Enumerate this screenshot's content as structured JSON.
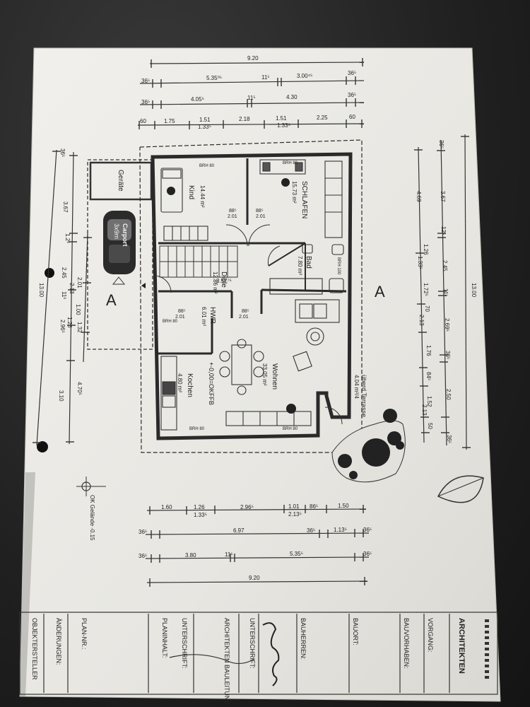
{
  "colors": {
    "paper": "#ecebe6",
    "ink": "#232323",
    "table": "#2d2d2d",
    "background": "#1c1c1c"
  },
  "icons": [
    "north-arrow-icon",
    "hole-punch-icon"
  ],
  "rooms": {
    "kind": {
      "name": "Kind",
      "area": "14.44 m²"
    },
    "schlafen": {
      "name": "SCHLAFEN",
      "area": "15.73 m²"
    },
    "bad": {
      "name": "Bad",
      "area": "7.80 m²"
    },
    "diele": {
      "name": "Diele",
      "area": "12.86 m²"
    },
    "hwr": {
      "name": "HWR",
      "area": "6.01 m²"
    },
    "wohnen": {
      "name": "Wohnen",
      "area": "33.05 m²"
    },
    "kochen": {
      "name": "Kochen",
      "area": "4.80 m²"
    },
    "terrasse": {
      "name": "überd.Terrasse",
      "area": "4.04 m²/4"
    },
    "carport": {
      "name": "Carport",
      "size": "3x9m"
    },
    "geraete": {
      "name": "Geräte"
    }
  },
  "labels": {
    "okffb": "+-0,00=OKFFB",
    "ok_gelaende": "OK Gelände -0.15",
    "section_mark": "A",
    "brh80": "BRH 80",
    "brh100": "BRH 100",
    "door_88": "88⁵",
    "door_height": "2.01",
    "stair": "3.57⁷⁵"
  },
  "top_dims": {
    "row1": [
      "9.20"
    ],
    "row2": [
      "36⁵",
      "5.35⁰⁵",
      "11⁵",
      "3.00⁴⁵",
      "36⁵"
    ],
    "row3": [
      "36⁵",
      "4.05⁵",
      "11⁵",
      "4.30",
      "36⁵"
    ],
    "row4": [
      "60",
      "1.75",
      "1.51",
      "2.18",
      "1.51",
      "2.25",
      "60"
    ],
    "row4_sub": [
      "1.33⁵",
      "1.33⁵"
    ]
  },
  "bottom_dims": {
    "row1": [
      "1.60",
      "1.26",
      "2.96⁵",
      "1.01",
      "86⁵",
      "1.50"
    ],
    "row1_sub": [
      "1.33⁵",
      "2.13⁵"
    ],
    "row2": [
      "36⁵",
      "6.97",
      "36⁵",
      "1.13⁵",
      "36⁵"
    ],
    "row3": [
      "36⁵",
      "3.80",
      "11⁵",
      "5.35⁵",
      "36⁵"
    ],
    "row4": [
      "9.20"
    ]
  },
  "right_dims": {
    "outer": "13.00",
    "col2": [
      "36⁵",
      "3.67",
      "12⁵",
      "2.45",
      "11⁵",
      "2.69⁵",
      "36⁵",
      "2.50",
      "36⁵"
    ],
    "col1": [
      "4.69",
      "1.26",
      "1.33⁵",
      "1.72⁵",
      "70",
      "2.13",
      "1.76",
      "84⁵",
      "1.52",
      "2.13",
      "50"
    ]
  },
  "left_dims": {
    "outer": "13.00",
    "col": [
      "36⁵",
      "3.67",
      "1.2⁵",
      "2.45",
      "11⁵",
      "2.96⁵",
      "3.10",
      "4.70⁵"
    ],
    "col_b": [
      "2.01",
      "2.13",
      "1.00",
      "1.26",
      "1.32"
    ]
  },
  "title_block": {
    "firm": "ARCHITEKTEN",
    "vorgang": "VORGANG:",
    "bauvorhaben": "BAUVORHABEN:",
    "bauort": "BAUORT:",
    "bauherren": "BAUHERREN:",
    "unterschrift": "UNTERSCHRIFT:",
    "architekten_bauleitung": "ARCHITEKTEN BAULEITUNG",
    "unterschrift2": "UNTERSCHRIFT:",
    "planinhalt": "PLANINHALT:",
    "plan_nr": "PLAN-NR.:",
    "aenderungen": "ÄNDERUNGEN:",
    "objektersteller": "OBJEKTERSTELLER"
  }
}
